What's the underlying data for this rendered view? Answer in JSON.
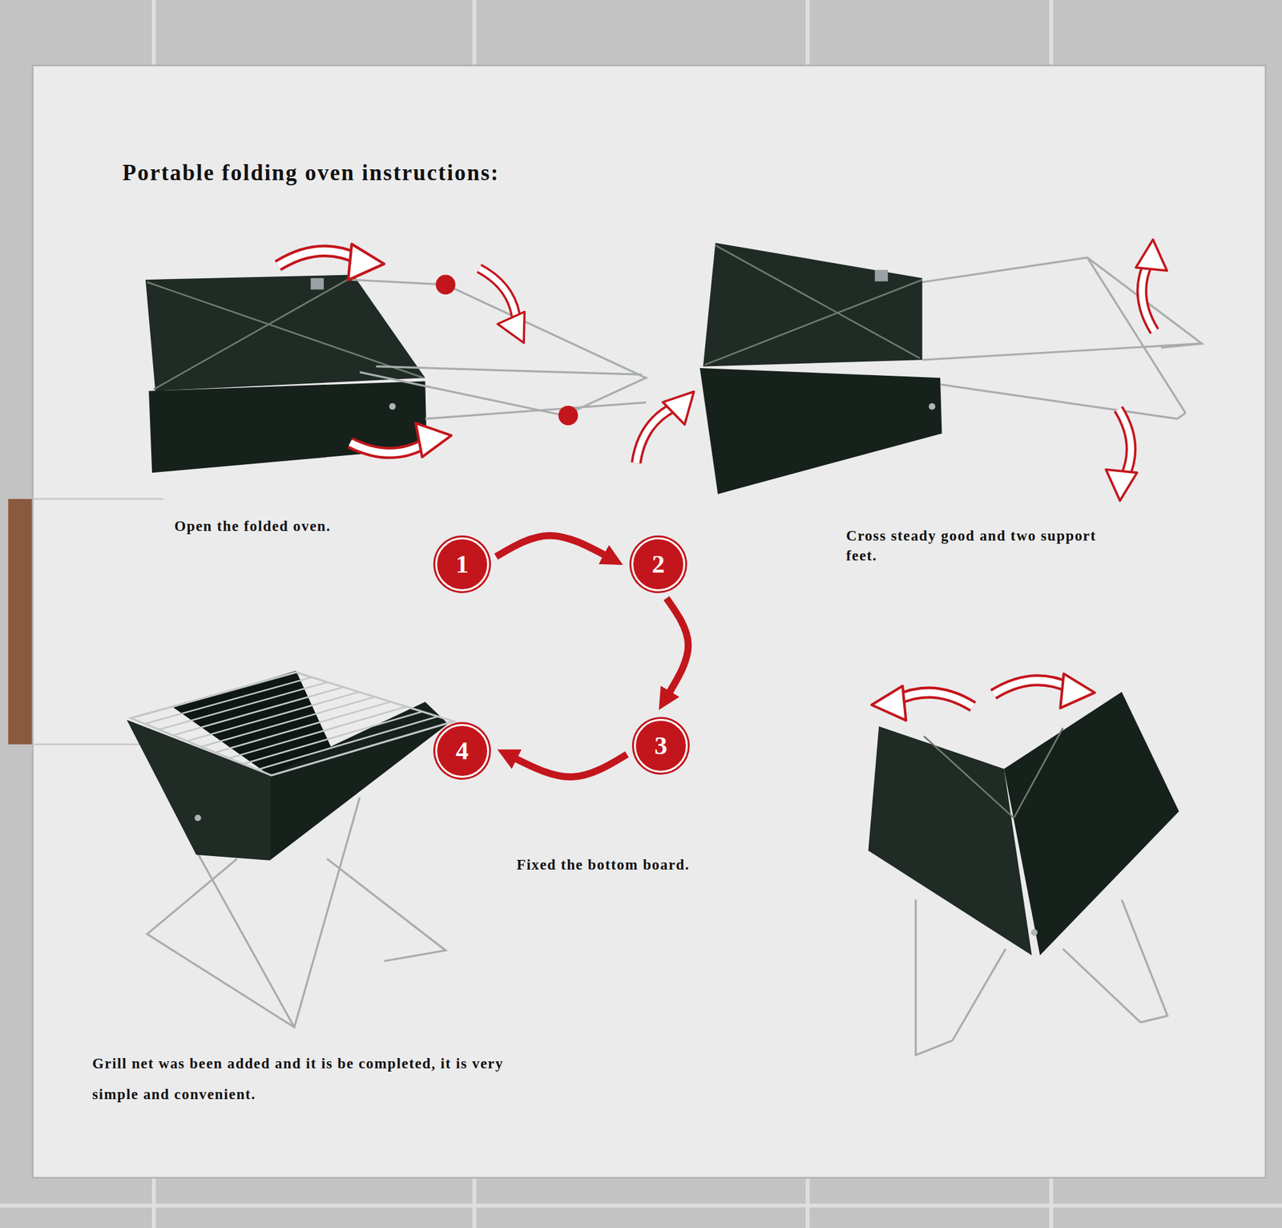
{
  "diagram": {
    "title": "Portable folding oven instructions:",
    "nodes": [
      {
        "text": [
          "1"
        ]
      },
      {
        "text": [
          "2"
        ]
      },
      {
        "text": [
          "3"
        ]
      },
      {
        "text": [
          "4"
        ]
      }
    ],
    "edges": [
      {
        "from": 0,
        "to": 1,
        "arrow": "to"
      },
      {
        "from": 1,
        "to": 2,
        "arrow": "to"
      },
      {
        "from": 2,
        "to": 3,
        "arrow": "to"
      }
    ],
    "labels": [
      "Open the folded oven.",
      "Cross steady good and two support feet.",
      "Fixed the bottom board.",
      "Grill net was been added and it is be completed, it is very simple and convenient."
    ]
  }
}
